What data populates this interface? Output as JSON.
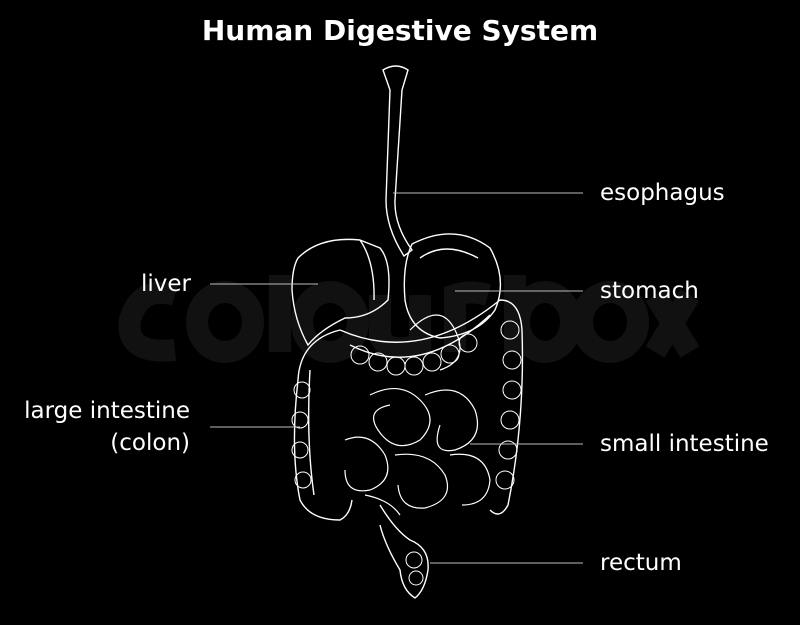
{
  "title": "Human Digestive System",
  "watermark": "colourbox",
  "labels": {
    "esophagus": "esophagus",
    "liver": "liver",
    "stomach": "stomach",
    "large_intestine_line1": "large intestine",
    "large_intestine_line2": "(colon)",
    "small_intestine": "small intestine",
    "rectum": "rectum"
  },
  "colors": {
    "background": "#000000",
    "line": "#ffffff",
    "leader": "#bbbbbb"
  }
}
